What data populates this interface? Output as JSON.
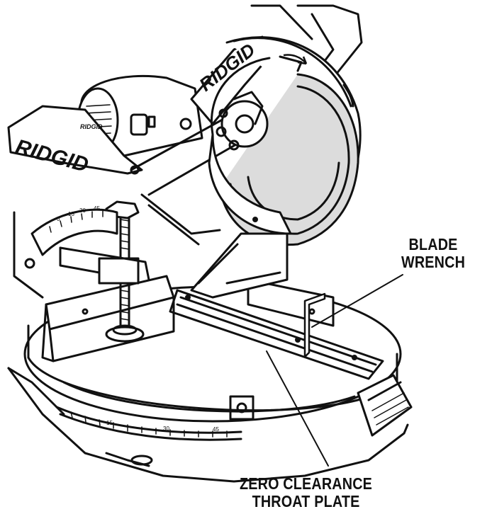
{
  "brand": {
    "logo_text": "RIDGID",
    "line_color": "#111111",
    "shade_color": "#c8c8c8"
  },
  "callouts": {
    "blade_wrench": {
      "line1": "BLADE",
      "line2": "WRENCH"
    },
    "throat_plate": {
      "line1": "ZERO CLEARANCE",
      "line2": "THROAT PLATE"
    }
  },
  "miter_scale": {
    "ticks": [
      "15",
      "30",
      "45"
    ]
  },
  "bevel_scale": {
    "ticks": [
      "0",
      "15",
      "30",
      "45"
    ]
  },
  "icons": {
    "blade_rotation": "curved-arrow-icon",
    "bevel_lock": "knob-icon"
  }
}
